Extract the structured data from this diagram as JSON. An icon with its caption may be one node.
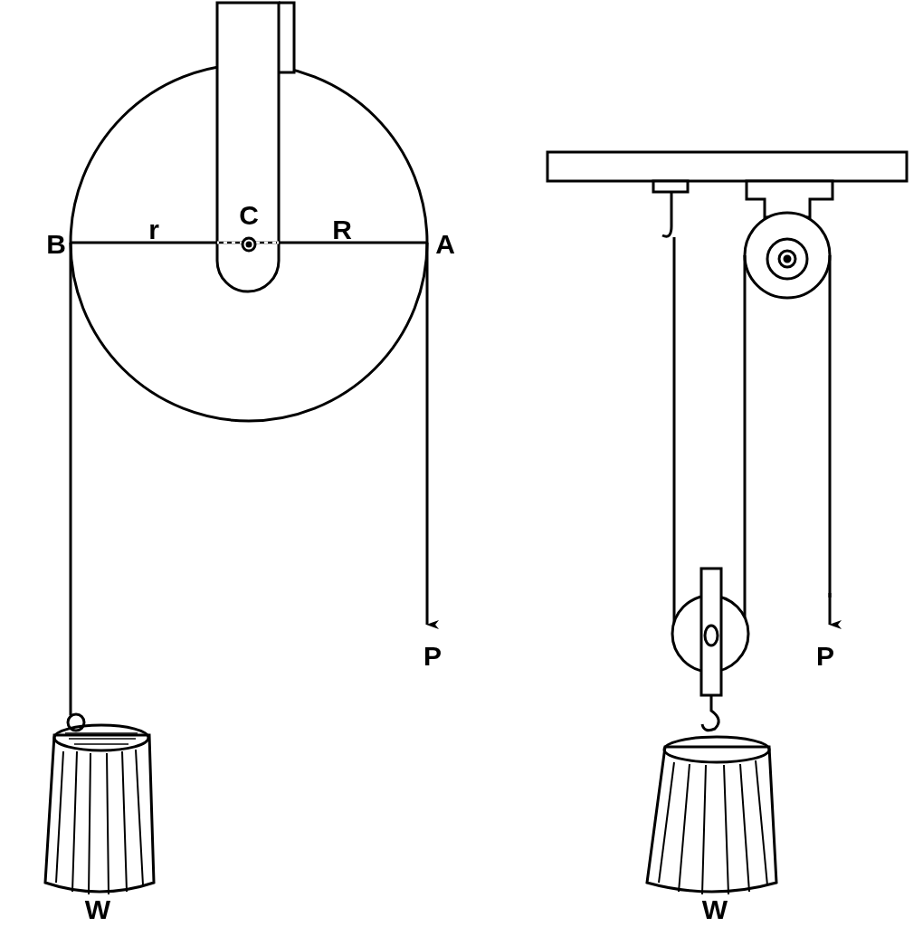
{
  "diagram": {
    "labels": [
      "C",
      "B",
      "r",
      "R",
      "A",
      "P",
      "P",
      "W",
      "W"
    ]
  }
}
